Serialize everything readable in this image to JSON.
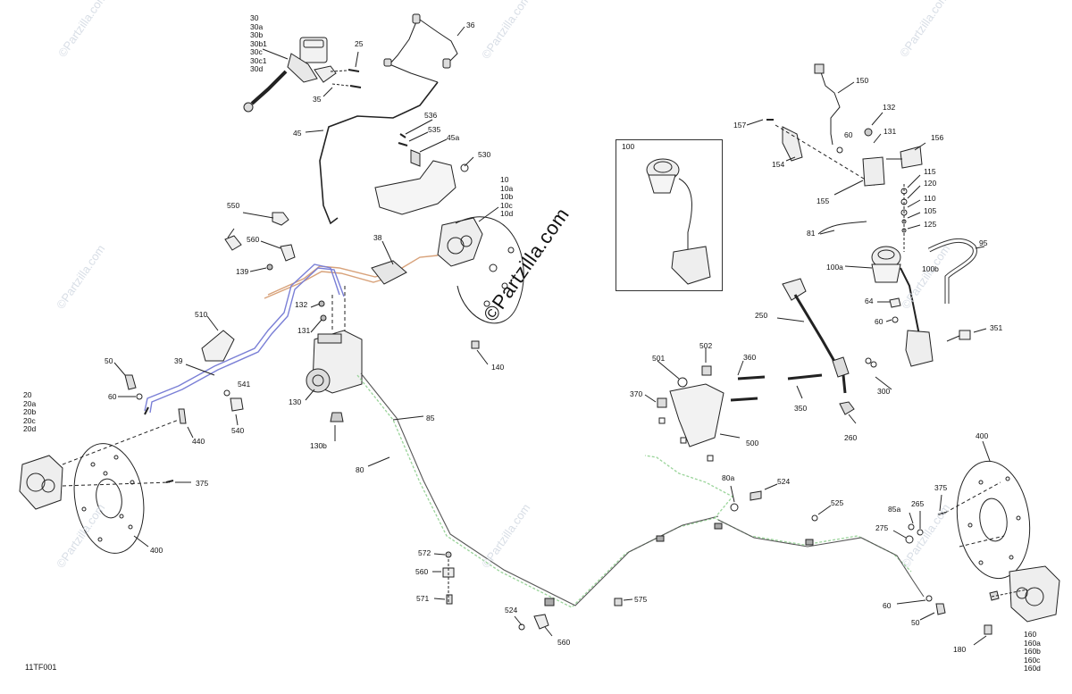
{
  "watermark": {
    "text": "©Partzilla.com",
    "big_text": "©Partzilla.com"
  },
  "diagram_code": "11TF001",
  "callouts": {
    "c30": "30\n30a\n30b\n30b1\n30c\n30c1\n30d",
    "c25": "25",
    "c35": "35",
    "c36": "36",
    "c45": "45",
    "c536": "536",
    "c535": "535",
    "c45a": "45a",
    "c530": "530",
    "c10": "10\n10a\n10b\n10c\n10d",
    "c550": "550",
    "c560a": "560",
    "c139": "139",
    "c38": "38",
    "c132a": "132",
    "c131a": "131",
    "c510": "510",
    "c39": "39",
    "c50a": "50",
    "c60a": "60",
    "c541": "541",
    "c540": "540",
    "c130": "130",
    "c130b": "130b",
    "c85": "85",
    "c80": "80",
    "c140": "140",
    "c20": "20\n20a\n20b\n20c\n20d",
    "c440": "440",
    "c375a": "375",
    "c400a": "400",
    "c572": "572",
    "c560b": "560",
    "c571": "571",
    "c524a": "524",
    "c560c": "560",
    "c575": "575",
    "c100": "100",
    "c150": "150",
    "c157": "157",
    "c132b": "132",
    "c60b": "60",
    "c131b": "131",
    "c156": "156",
    "c154": "154",
    "c155": "155",
    "c115": "115",
    "c120": "120",
    "c110": "110",
    "c105": "105",
    "c125": "125",
    "c81": "81",
    "c95": "95",
    "c100a": "100a",
    "c100b": "100b",
    "c64": "64",
    "c60c": "60",
    "c250": "250",
    "c351": "351",
    "c501": "501",
    "c502": "502",
    "c360": "360",
    "c370": "370",
    "c350": "350",
    "c300": "300",
    "c260": "260",
    "c500": "500",
    "c80a": "80a",
    "c524b": "524",
    "c525": "525",
    "c85a": "85a",
    "c265": "265",
    "c275": "275",
    "c375b": "375",
    "c400b": "400",
    "c60d": "60",
    "c50b": "50",
    "c180": "180",
    "c160": "160\n160a\n160b\n160c\n160d"
  }
}
